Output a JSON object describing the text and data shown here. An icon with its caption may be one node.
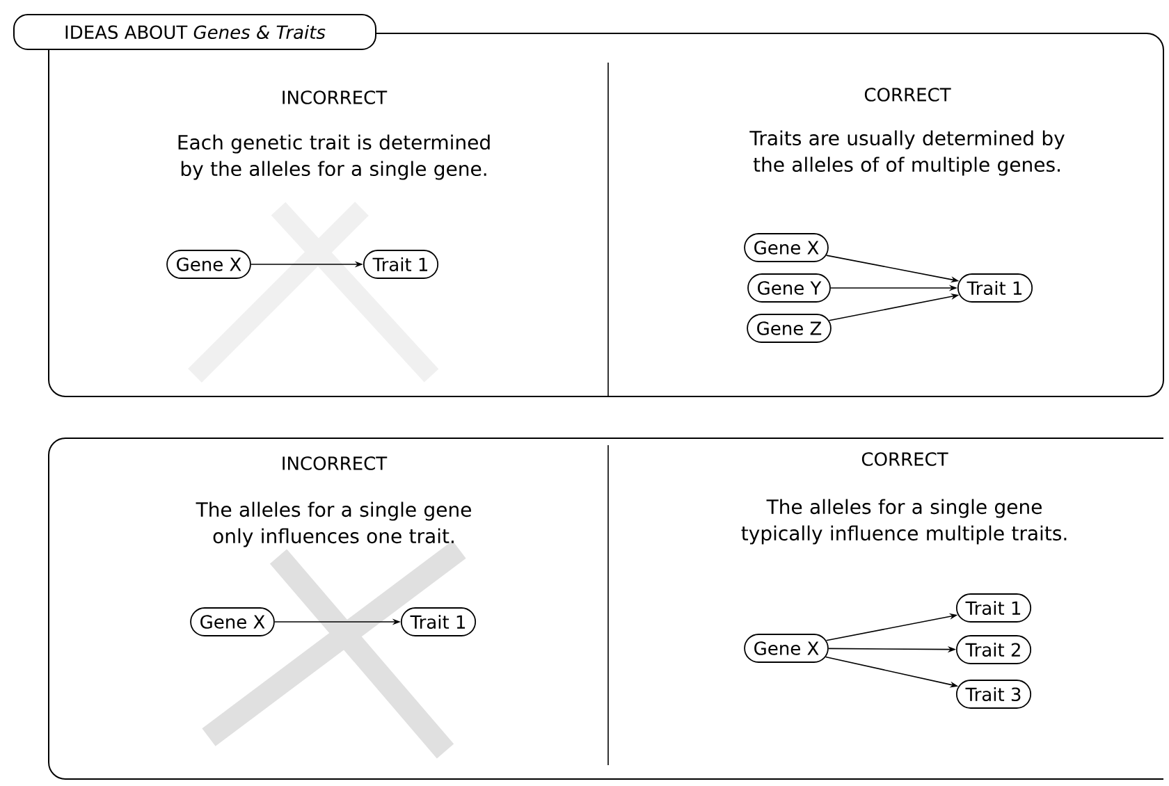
{
  "diagram": {
    "title": "IDEAS ABOUT *Genes & Traits*",
    "nodes": [
      {
        "text": [
          "Gene X"
        ]
      },
      {
        "text": [
          "Trait 1"
        ]
      },
      {
        "text": [
          "Gene X"
        ]
      },
      {
        "text": [
          "Gene Y"
        ]
      },
      {
        "text": [
          "Gene Z"
        ]
      },
      {
        "text": [
          "Trait 1"
        ]
      },
      {
        "text": [
          "Gene X"
        ]
      },
      {
        "text": [
          "Trait 1"
        ]
      },
      {
        "text": [
          "Gene X"
        ]
      },
      {
        "text": [
          "Trait 1"
        ]
      },
      {
        "text": [
          "Trait 2"
        ]
      },
      {
        "text": [
          "Trait 3"
        ]
      }
    ],
    "edges": [
      {
        "from": 0,
        "to": 1,
        "arrow": "to"
      },
      {
        "from": 2,
        "to": 5,
        "arrow": "to"
      },
      {
        "from": 3,
        "to": 5,
        "arrow": "to"
      },
      {
        "from": 4,
        "to": 5,
        "arrow": "to"
      },
      {
        "from": 6,
        "to": 7,
        "arrow": "to"
      },
      {
        "from": 8,
        "to": 9,
        "arrow": "to"
      },
      {
        "from": 8,
        "to": 10,
        "arrow": "to"
      },
      {
        "from": 8,
        "to": 11,
        "arrow": "to"
      }
    ],
    "labels": [
      "INCORRECT",
      "Each genetic trait is determined by the alleles for a single gene.",
      "CORRECT",
      "Traits are usually determined by the alleles of of multiple genes.",
      "INCORRECT",
      "The alleles for a single gene only influences one trait.",
      "CORRECT",
      "The alleles for a single gene typically influence multiple traits."
    ]
  }
}
